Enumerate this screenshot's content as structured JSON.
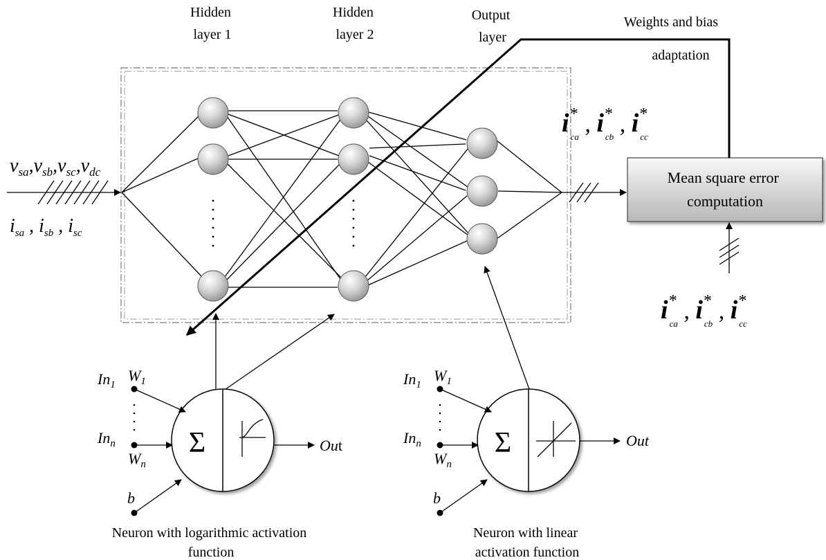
{
  "layers": {
    "hidden1": [
      "Hidden",
      "layer 1"
    ],
    "hidden2": [
      "Hidden",
      "layer 2"
    ],
    "output": [
      "Output",
      "layer"
    ]
  },
  "feedback": {
    "line1": "Weights and bias",
    "line2": "adaptation"
  },
  "mse_block": {
    "line1": "Mean square error",
    "line2": "computation"
  },
  "inputs": {
    "voltages": [
      {
        "base": "v",
        "sub": "sa"
      },
      {
        "base": "v",
        "sub": "sb"
      },
      {
        "base": "v",
        "sub": "sc"
      },
      {
        "base": "v",
        "sub": "dc"
      }
    ],
    "currents": [
      {
        "base": "i",
        "sub": "sa"
      },
      {
        "base": "i",
        "sub": "sb"
      },
      {
        "base": "i",
        "sub": "sc"
      }
    ]
  },
  "reference_currents": [
    {
      "base": "i",
      "sup": "*",
      "sub": "ca"
    },
    {
      "base": "i",
      "sup": "*",
      "sub": "cb"
    },
    {
      "base": "i",
      "sup": "*",
      "sub": "cc"
    }
  ],
  "neurons": {
    "left": {
      "in1": "In",
      "in1_sub": "1",
      "w1": "W",
      "w1_sub": "1",
      "inn": "In",
      "inn_sub": "n",
      "wn": "W",
      "wn_sub": "n",
      "bias": "b",
      "sum": "Σ",
      "out_italic": "Ou",
      "out_upright": "t",
      "caption": [
        "Neuron with logarithmic activation",
        "function"
      ]
    },
    "right": {
      "in1": "In",
      "in1_sub": "1",
      "w1": "W",
      "w1_sub": "1",
      "inn": "In",
      "inn_sub": "n",
      "wn": "W",
      "wn_sub": "n",
      "bias": "b",
      "sum": "Σ",
      "out": "Out",
      "caption": [
        "Neuron with linear",
        "activation function"
      ]
    }
  }
}
